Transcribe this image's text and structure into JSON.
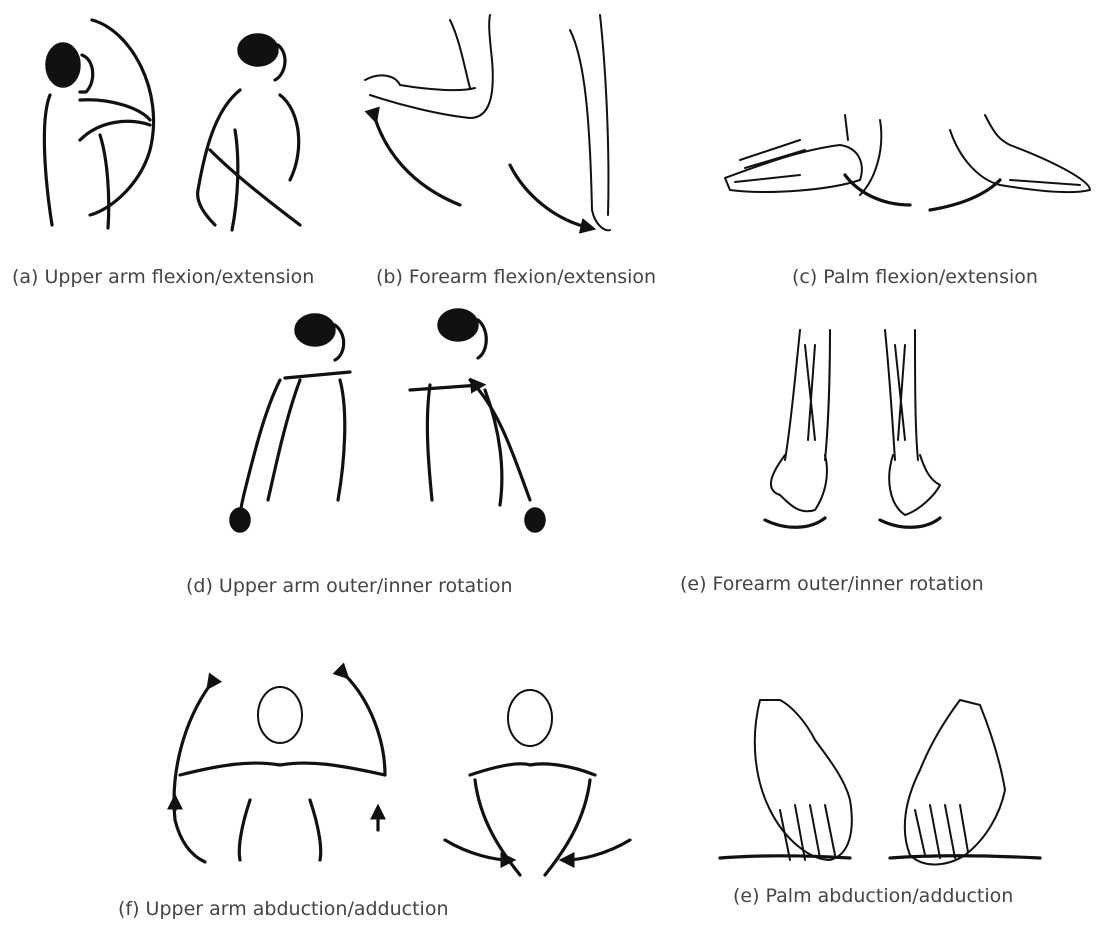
{
  "captions": {
    "a": "(a) Upper arm flexion/extension",
    "b": "(b) Forearm flexion/extension",
    "c": "(c) Palm flexion/extension",
    "d": "(d) Upper arm outer/inner rotation",
    "e1": "(e) Forearm outer/inner rotation",
    "f": "(f) Upper arm abduction/adduction",
    "e2": "(e) Palm abduction/adduction"
  }
}
